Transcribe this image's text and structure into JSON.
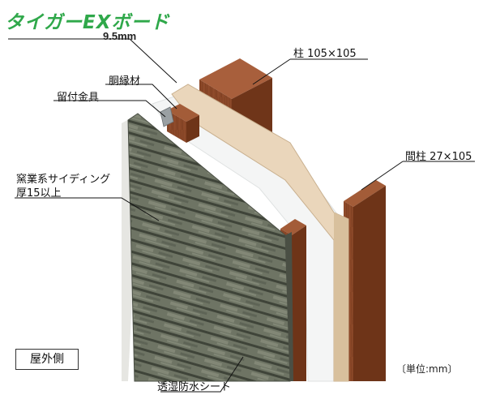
{
  "brand": {
    "name": "タイガーEXボード",
    "thickness": "9.5mm"
  },
  "labels": {
    "hashira": "柱 105×105",
    "dobuchi": "胴縁材",
    "tomegu": "留付金具",
    "siding_line1": "窯業系サイディング",
    "siding_line2": "厚15以上",
    "mabashira": "間柱 27×105",
    "sheet": "透湿防水シート"
  },
  "outside_label": "屋外側",
  "unit_note": "〔単位:mm〕",
  "colors": {
    "brand_green": "#2fa84a",
    "board": "#ead6bb",
    "wood": "#8e4a2a",
    "siding": "#6f7565",
    "sheet": "#f4f5f5"
  }
}
